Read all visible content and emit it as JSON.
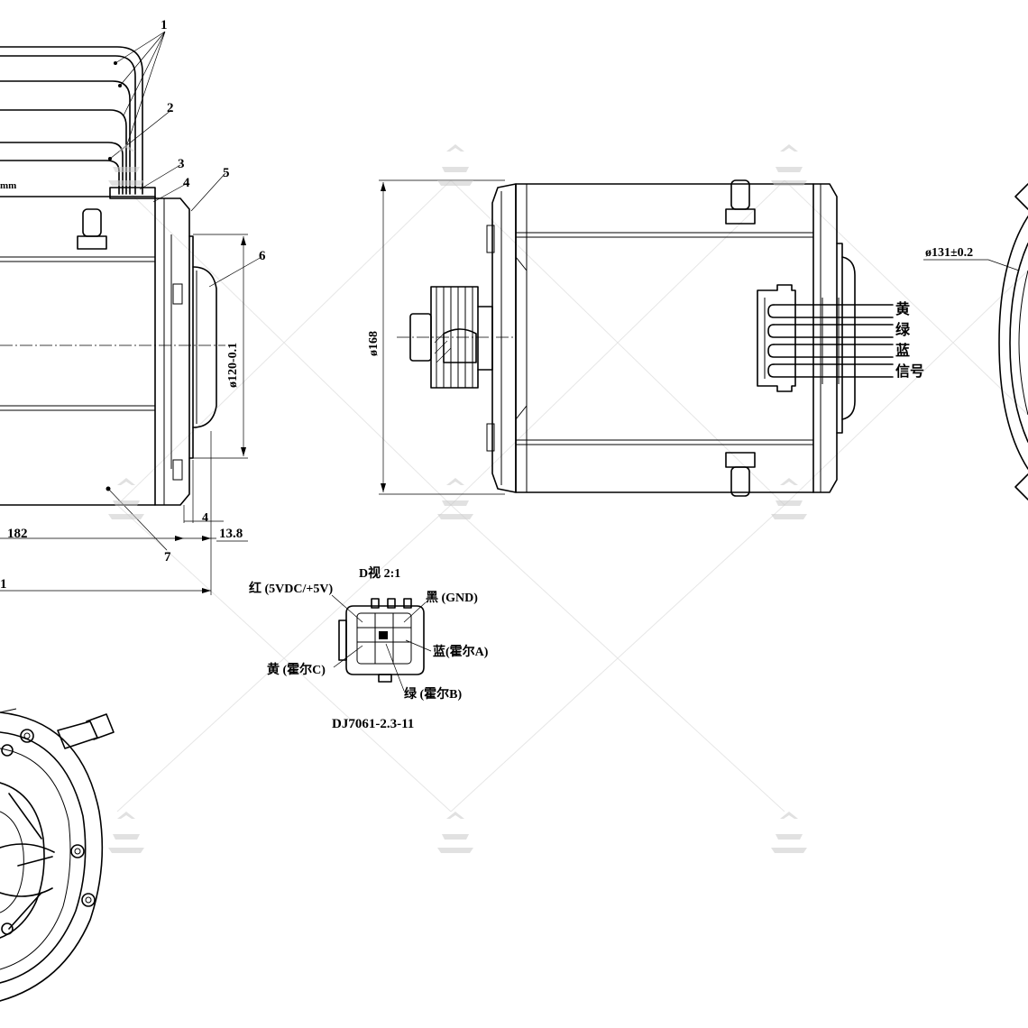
{
  "drawing": {
    "part_numbers": [
      "1",
      "2",
      "3",
      "4",
      "5",
      "6",
      "7"
    ],
    "dimensions": {
      "pilot_diameter": "ø120-0.1",
      "body_diameter": "ø168",
      "bolt_circle": "ø131±0.2",
      "flange_thickness": "4",
      "shaft_length": "13.8",
      "body_length": "182",
      "total_length_fragment": "1",
      "cable_length_fragment": "mm"
    },
    "wire_labels": [
      "黄",
      "绿",
      "蓝",
      "信号"
    ],
    "connector_view": {
      "title": "D视 2:1",
      "pin_red": "红 (5VDC/+5V)",
      "pin_black": "黑 (GND)",
      "pin_blue": "蓝(霍尔A)",
      "pin_yellow": "黄 (霍尔C)",
      "pin_green": "绿 (霍尔B)",
      "part_no": "DJ7061-2.3-11"
    },
    "colors": {
      "line": "#000000",
      "watermark": "#c9c9c9"
    }
  }
}
